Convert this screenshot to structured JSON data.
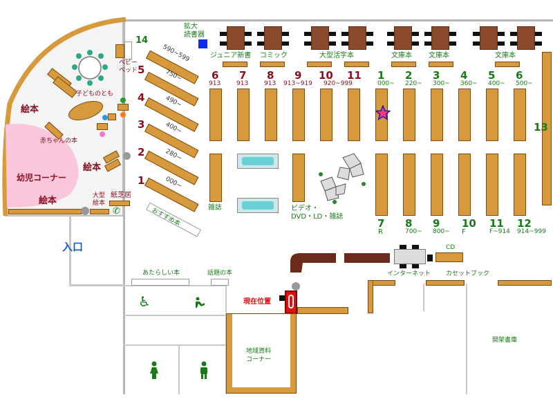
{
  "labels": {
    "expand_reader": "拡大\n読書器",
    "junior_new": "ジュニア新書",
    "comic": "コミック",
    "large_print": "大型活字本",
    "bunko1": "文庫本",
    "bunko2": "文庫本",
    "bunko3": "文庫本",
    "baby_bed": "ベビー\nベッド",
    "kodomo_tomo": "子どものとも",
    "ehon1": "絵本",
    "ehon2": "絵本",
    "ehon3": "絵本",
    "baby_books": "赤ちゃんの本",
    "infant_corner": "幼児コーナー",
    "big_picture": "大型\n絵本",
    "kamishibai": "紙芝居",
    "recommended": "おすすめ本",
    "magazine": "雑誌",
    "video": "ビデオ・\nDVD・LD・雑誌",
    "entrance": "入口",
    "new_books": "あたらしい本",
    "topical_books": "話題の本",
    "current_location": "現在位置",
    "internet": "インターネット",
    "cassette": "カセットブック",
    "cd": "CD",
    "local_materials": "地域資料\nコーナー",
    "closed_stacks": "開架書庫"
  },
  "children_shelves": [
    {
      "num": "14",
      "range": "590~599"
    },
    {
      "num": "5",
      "range": "750~"
    },
    {
      "num": "4",
      "range": "490~"
    },
    {
      "num": "3",
      "range": "400~"
    },
    {
      "num": "2",
      "range": "280~"
    },
    {
      "num": "1",
      "range": "000~"
    }
  ],
  "top_shelves_red": [
    {
      "num": "6",
      "code": "913"
    },
    {
      "num": "7",
      "code": "913"
    },
    {
      "num": "8",
      "code": "913"
    },
    {
      "num": "9",
      "code": "913~919"
    },
    {
      "num": "10",
      "code": "920~999"
    },
    {
      "num": "11",
      "code": ""
    }
  ],
  "top_shelves_green": [
    {
      "num": "1",
      "code": "000~"
    },
    {
      "num": "2",
      "code": "220~"
    },
    {
      "num": "3",
      "code": "300~"
    },
    {
      "num": "4",
      "code": "360~"
    },
    {
      "num": "5",
      "code": "400~"
    },
    {
      "num": "6",
      "code": "500~"
    }
  ],
  "bottom_shelves_green": [
    {
      "num": "7",
      "code": "R"
    },
    {
      "num": "8",
      "code": "700~"
    },
    {
      "num": "9",
      "code": "800~"
    },
    {
      "num": "10",
      "code": "F"
    },
    {
      "num": "11",
      "code": "F~914"
    },
    {
      "num": "12",
      "code": "914~999"
    }
  ],
  "side_shelf": "13",
  "colors": {
    "shelf": "#d69a3c",
    "table": "#8b4a2b",
    "pink": "#f9c6dc",
    "red_text": "#8a1020",
    "green_text": "#1a7a1a",
    "blue_text": "#1560d0"
  }
}
